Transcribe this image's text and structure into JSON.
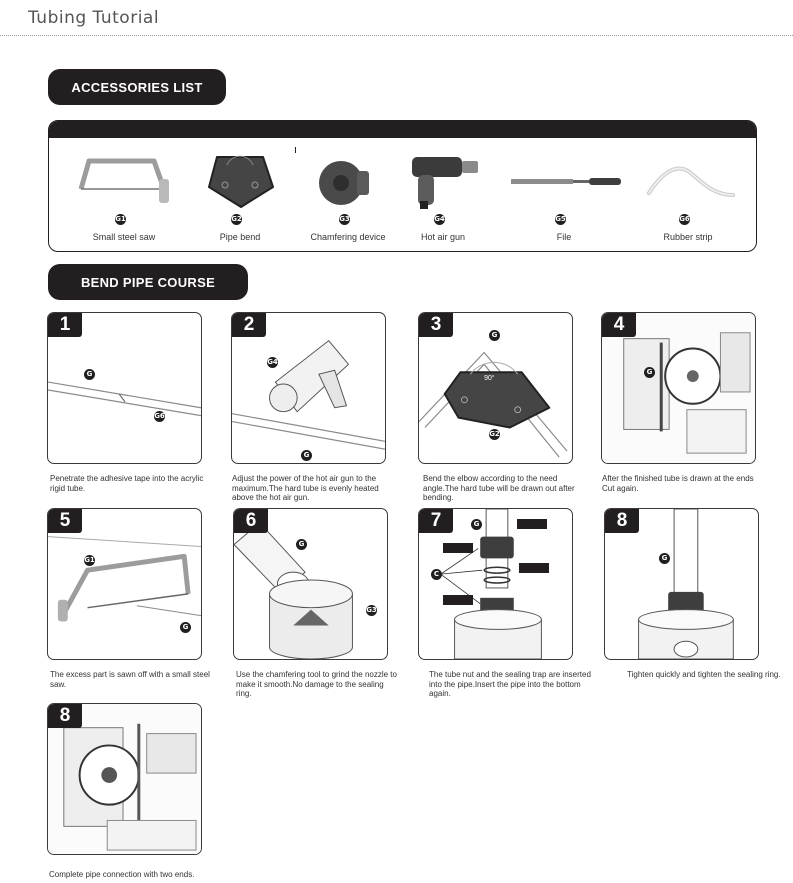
{
  "header": {
    "title": "Tubing Tutorial"
  },
  "sections": {
    "accessories": "ACCESSORIES LIST",
    "bend_course": "BEND PIPE COURSE"
  },
  "accessories": [
    {
      "label": "Small steel saw",
      "badge": "G1",
      "icon": "hacksaw-icon"
    },
    {
      "label": "Pipe bend",
      "badge": "G2",
      "icon": "pipe-bend-icon"
    },
    {
      "label": "Chamfering device",
      "badge": "G3",
      "icon": "chamfer-tool-icon"
    },
    {
      "label": "Hot air gun",
      "badge": "G4",
      "icon": "hot-air-gun-icon"
    },
    {
      "label": "File",
      "badge": "G5",
      "icon": "file-tool-icon"
    },
    {
      "label": "Rubber strip",
      "badge": "G6",
      "icon": "rubber-strip-icon"
    }
  ],
  "steps": [
    {
      "number": "1",
      "caption": "Penetrate the adhesive tape into the acrylic rigid tube.",
      "badges": [
        "G",
        "G6"
      ]
    },
    {
      "number": "2",
      "caption": "Adjust the power of the hot air gun to the maximum.The hard tube is evenly heated above the hot air gun.",
      "badges": [
        "G4",
        "G"
      ]
    },
    {
      "number": "3",
      "caption": "Bend the elbow according to the need angle.The hard tube will be drawn out after bending.",
      "badges": [
        "G",
        "G2"
      ],
      "angle_label": "90°"
    },
    {
      "number": "4",
      "caption": "After the finished tube is drawn at the ends Cut again.",
      "badges": [
        "G"
      ]
    },
    {
      "number": "5",
      "caption": "The excess part is sawn off with a small steel saw.",
      "badges": [
        "G1",
        "G"
      ]
    },
    {
      "number": "6",
      "caption": "Use the chamfering tool to grind the nozzle to make it smooth.No damage to the sealing ring.",
      "badges": [
        "G",
        "G3"
      ]
    },
    {
      "number": "7",
      "caption": "The tube nut and the sealing trap are inserted into the pipe.Insert the pipe into the bottom again.",
      "badges": [
        "G",
        "C"
      ]
    },
    {
      "number": "8",
      "caption": "Tighten quickly and tighten the sealing ring.",
      "badges": [
        "G"
      ]
    },
    {
      "number": "8",
      "caption": "Complete pipe connection with two ends.",
      "badges": []
    }
  ],
  "colors": {
    "dark": "#231f20",
    "line": "#3a3a3a",
    "text": "#333333"
  }
}
